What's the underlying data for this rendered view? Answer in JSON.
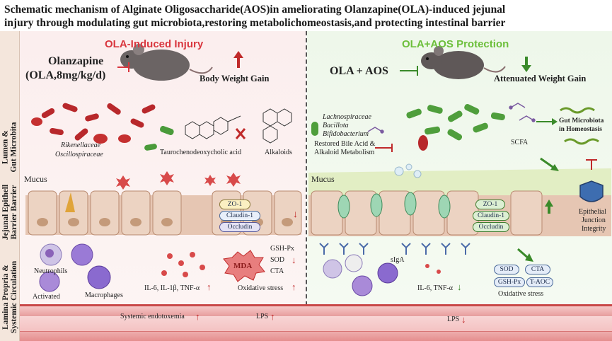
{
  "title": {
    "line1": "Schematic mechanism of Alginate Oligosaccharide(AOS)in ameliorating Olanzapine(OLA)-induced jejunal",
    "line2": "injury through modulating gut microbiota,restoring metabolichomeostasis,and protecting intestinal barrier"
  },
  "sidebar": {
    "lumen": "Lumen &\nGut Microbita",
    "epithelium": "Jejunal Epithell\nBarrier Barrier",
    "lamina": "Lamina Propria &\nSystemic Circulation"
  },
  "left_panel": {
    "header": "OLA-Induced Injury",
    "drug_line1": "Olanzapine",
    "drug_line2": "(OLA,8mg/kg/d)",
    "weight_label": "Body Weight Gain",
    "bacteria_1": "Rikenellaceae",
    "bacteria_2": "Oscillospiraceae",
    "metabolite_1": "Taurochenodeoxycholic acid",
    "metabolite_2": "Alkaloids",
    "mucus": "Mucus",
    "junctions": [
      "ZO-1",
      "Claudin-1",
      "Occludin"
    ],
    "immune_1": "Neutrophils",
    "immune_2": "Activated",
    "immune_3": "Macrophages",
    "cytokines": "IL-6, IL-1β, TNF-α",
    "mda": "MDA",
    "oxidative": [
      "GSH-Px",
      "SOD",
      "CTA"
    ],
    "oxidative_label": "Oxidative stress",
    "endotoxemia": "Systemic endotoxemia",
    "lps": "LPS"
  },
  "right_panel": {
    "header": "OLA+AOS Protection",
    "drug": "OLA + AOS",
    "weight_label": "Attenuated Weight Gain",
    "bacteria": [
      "Lachnospiraceae",
      "Bacillota",
      "Bifidobacterium"
    ],
    "restored_1": "Restored Bile Acid &",
    "restored_2": "Alkaloid Metabolism",
    "scfa": "SCFA",
    "homeostasis_1": "Gut Microbiota",
    "homeostasis_2": "in Homeostasis",
    "mucus": "Mucus",
    "junctions": [
      "ZO-1",
      "Claudin-1",
      "Occludin"
    ],
    "integrity_1": "Epithelial",
    "integrity_2": "Junction",
    "integrity_3": "Integrity",
    "siga": "sIgA",
    "cytokines": "IL-6, TNF-α",
    "antioxidants": [
      "SOD",
      "CTA",
      "GSH-Px",
      "T-AOC"
    ],
    "oxidative_label": "Oxidative stress",
    "lps": "LPS"
  },
  "colors": {
    "injury_red": "#d9363e",
    "protection_green": "#6cbf3b",
    "increase_arrow": "#c02a2a",
    "decrease_arrow": "#3a8a2a"
  }
}
